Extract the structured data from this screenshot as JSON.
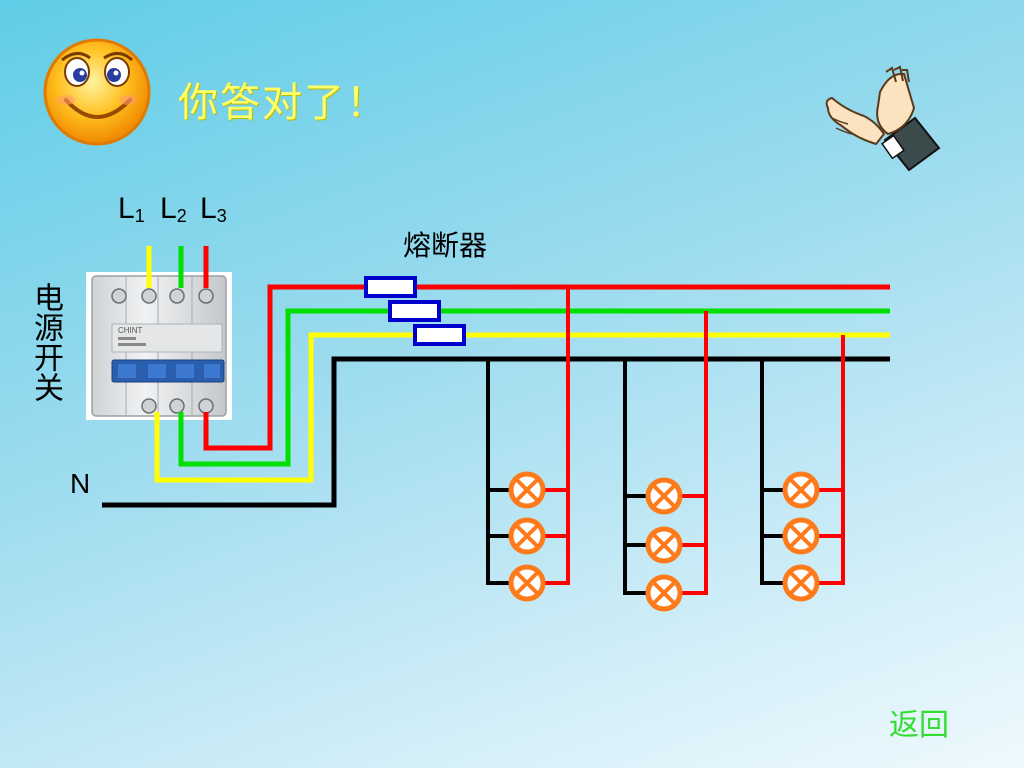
{
  "title": "你答对了！",
  "phases": [
    {
      "letter": "L",
      "sub": "1"
    },
    {
      "letter": "L",
      "sub": "2"
    },
    {
      "letter": "L",
      "sub": "3"
    }
  ],
  "fuse_label": "熔断器",
  "switch_label": "电源开关",
  "neutral_label": "N",
  "back_label": "返回",
  "breaker_brand": "CHINT",
  "colors": {
    "L1": "#ffff00",
    "L2": "#00e000",
    "L3": "#ff0000",
    "N": "#000000",
    "fuse": "#0000cc",
    "lamp": "#ff7a1a"
  },
  "icons": [
    "smiley-face-icon",
    "clapping-hands-icon",
    "circuit-breaker-image"
  ]
}
